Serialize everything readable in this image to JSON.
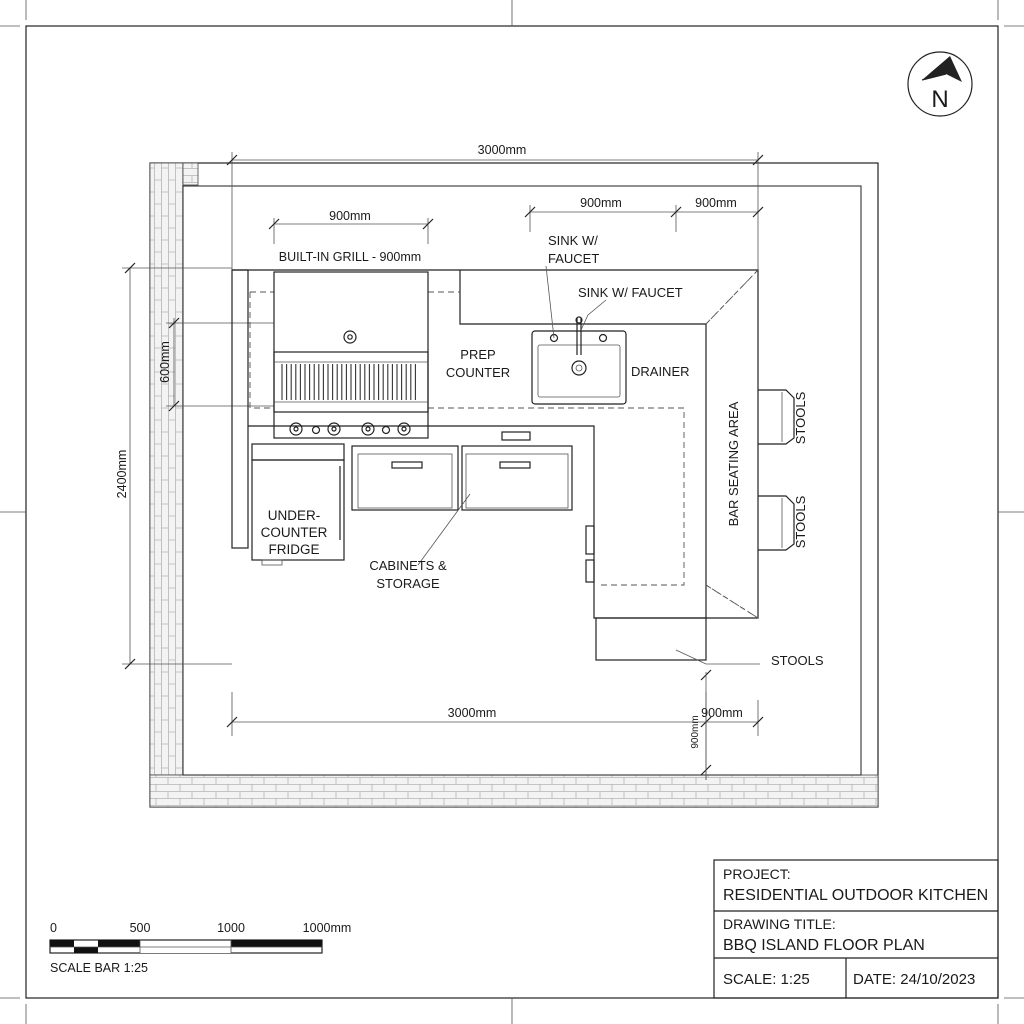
{
  "dimensions": {
    "overall_top": "3000mm",
    "sink_width": "900mm",
    "bar_width": "900mm",
    "grill_width": "900mm",
    "depth": "600mm",
    "overall_height": "2400mm",
    "bottom_length": "3000mm",
    "bottom_right": "900mm",
    "bottom_small": "900mm"
  },
  "labels": {
    "grill": "BUILT-IN GRILL - 900mm",
    "sink_top_line1": "SINK W/",
    "sink_top_line2": "FAUCET",
    "sink_faucet": "SINK W/ FAUCET",
    "prep_line1": "PREP",
    "prep_line2": "COUNTER",
    "drainer": "DRAINER",
    "bar_seating": "BAR SEATING AREA",
    "stools_1": "STOOLS",
    "stools_2": "STOOLS",
    "stools_3": "STOOLS",
    "fridge_line1": "UNDER-",
    "fridge_line2": "COUNTER",
    "fridge_line3": "FRIDGE",
    "cabinets_line1": "CABINETS &",
    "cabinets_line2": "STORAGE"
  },
  "north": {
    "letter": "N"
  },
  "scale_bar": {
    "ticks": [
      "0",
      "500",
      "1000",
      "1000mm"
    ],
    "caption": "SCALE BAR 1:25"
  },
  "title_block": {
    "project_label": "PROJECT:",
    "project_value": "RESIDENTIAL OUTDOOR KITCHEN",
    "drawing_title_label": "DRAWING TITLE:",
    "drawing_title_value": "BBQ ISLAND FLOOR PLAN",
    "scale": "SCALE: 1:25",
    "date": "DATE: 24/10/2023"
  }
}
